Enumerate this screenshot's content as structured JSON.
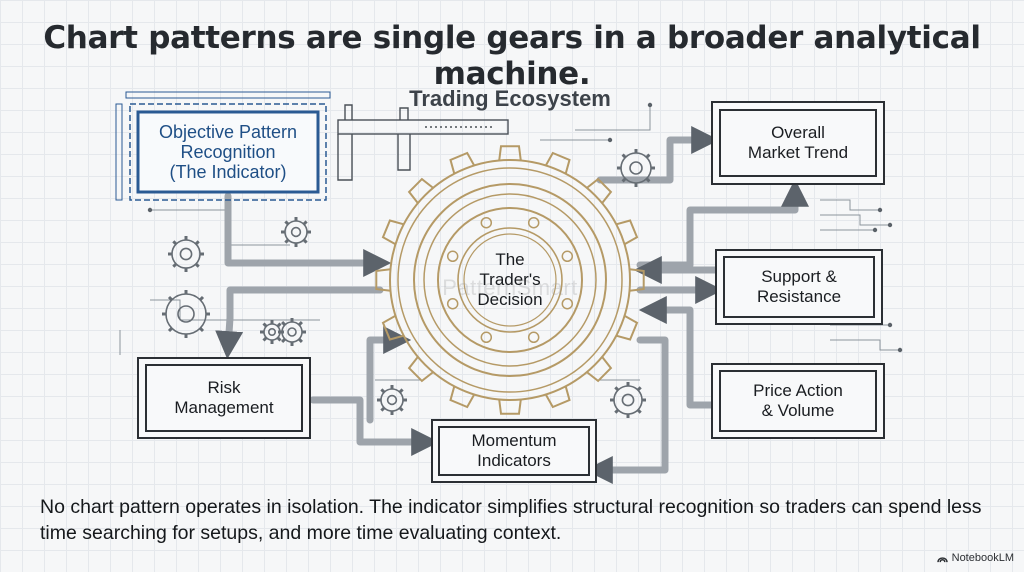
{
  "headline": "Chart patterns are single gears in a broader analytical machine.",
  "diagram_title": "Trading Ecosystem",
  "center_label": "The\nTrader's\nDecision",
  "watermark": "PatternSmart",
  "nodes": {
    "objective_pattern": "Objective Pattern\nRecognition\n(The Indicator)",
    "risk_management": "Risk\nManagement",
    "momentum_indicators": "Momentum\nIndicators",
    "overall_market_trend": "Overall\nMarket Trend",
    "support_resistance": "Support &\nResistance",
    "price_action_volume": "Price Action\n& Volume"
  },
  "caption": "No chart pattern operates in isolation. The indicator simplifies structural recognition so traders can spend less time searching for setups, and more time evaluating context.",
  "brand": "NotebookLM",
  "colors": {
    "gear": "#b59a66",
    "highlight_box": "#2a5a93",
    "frame": "#2b2f34",
    "arrow": "#9ea4ab"
  }
}
